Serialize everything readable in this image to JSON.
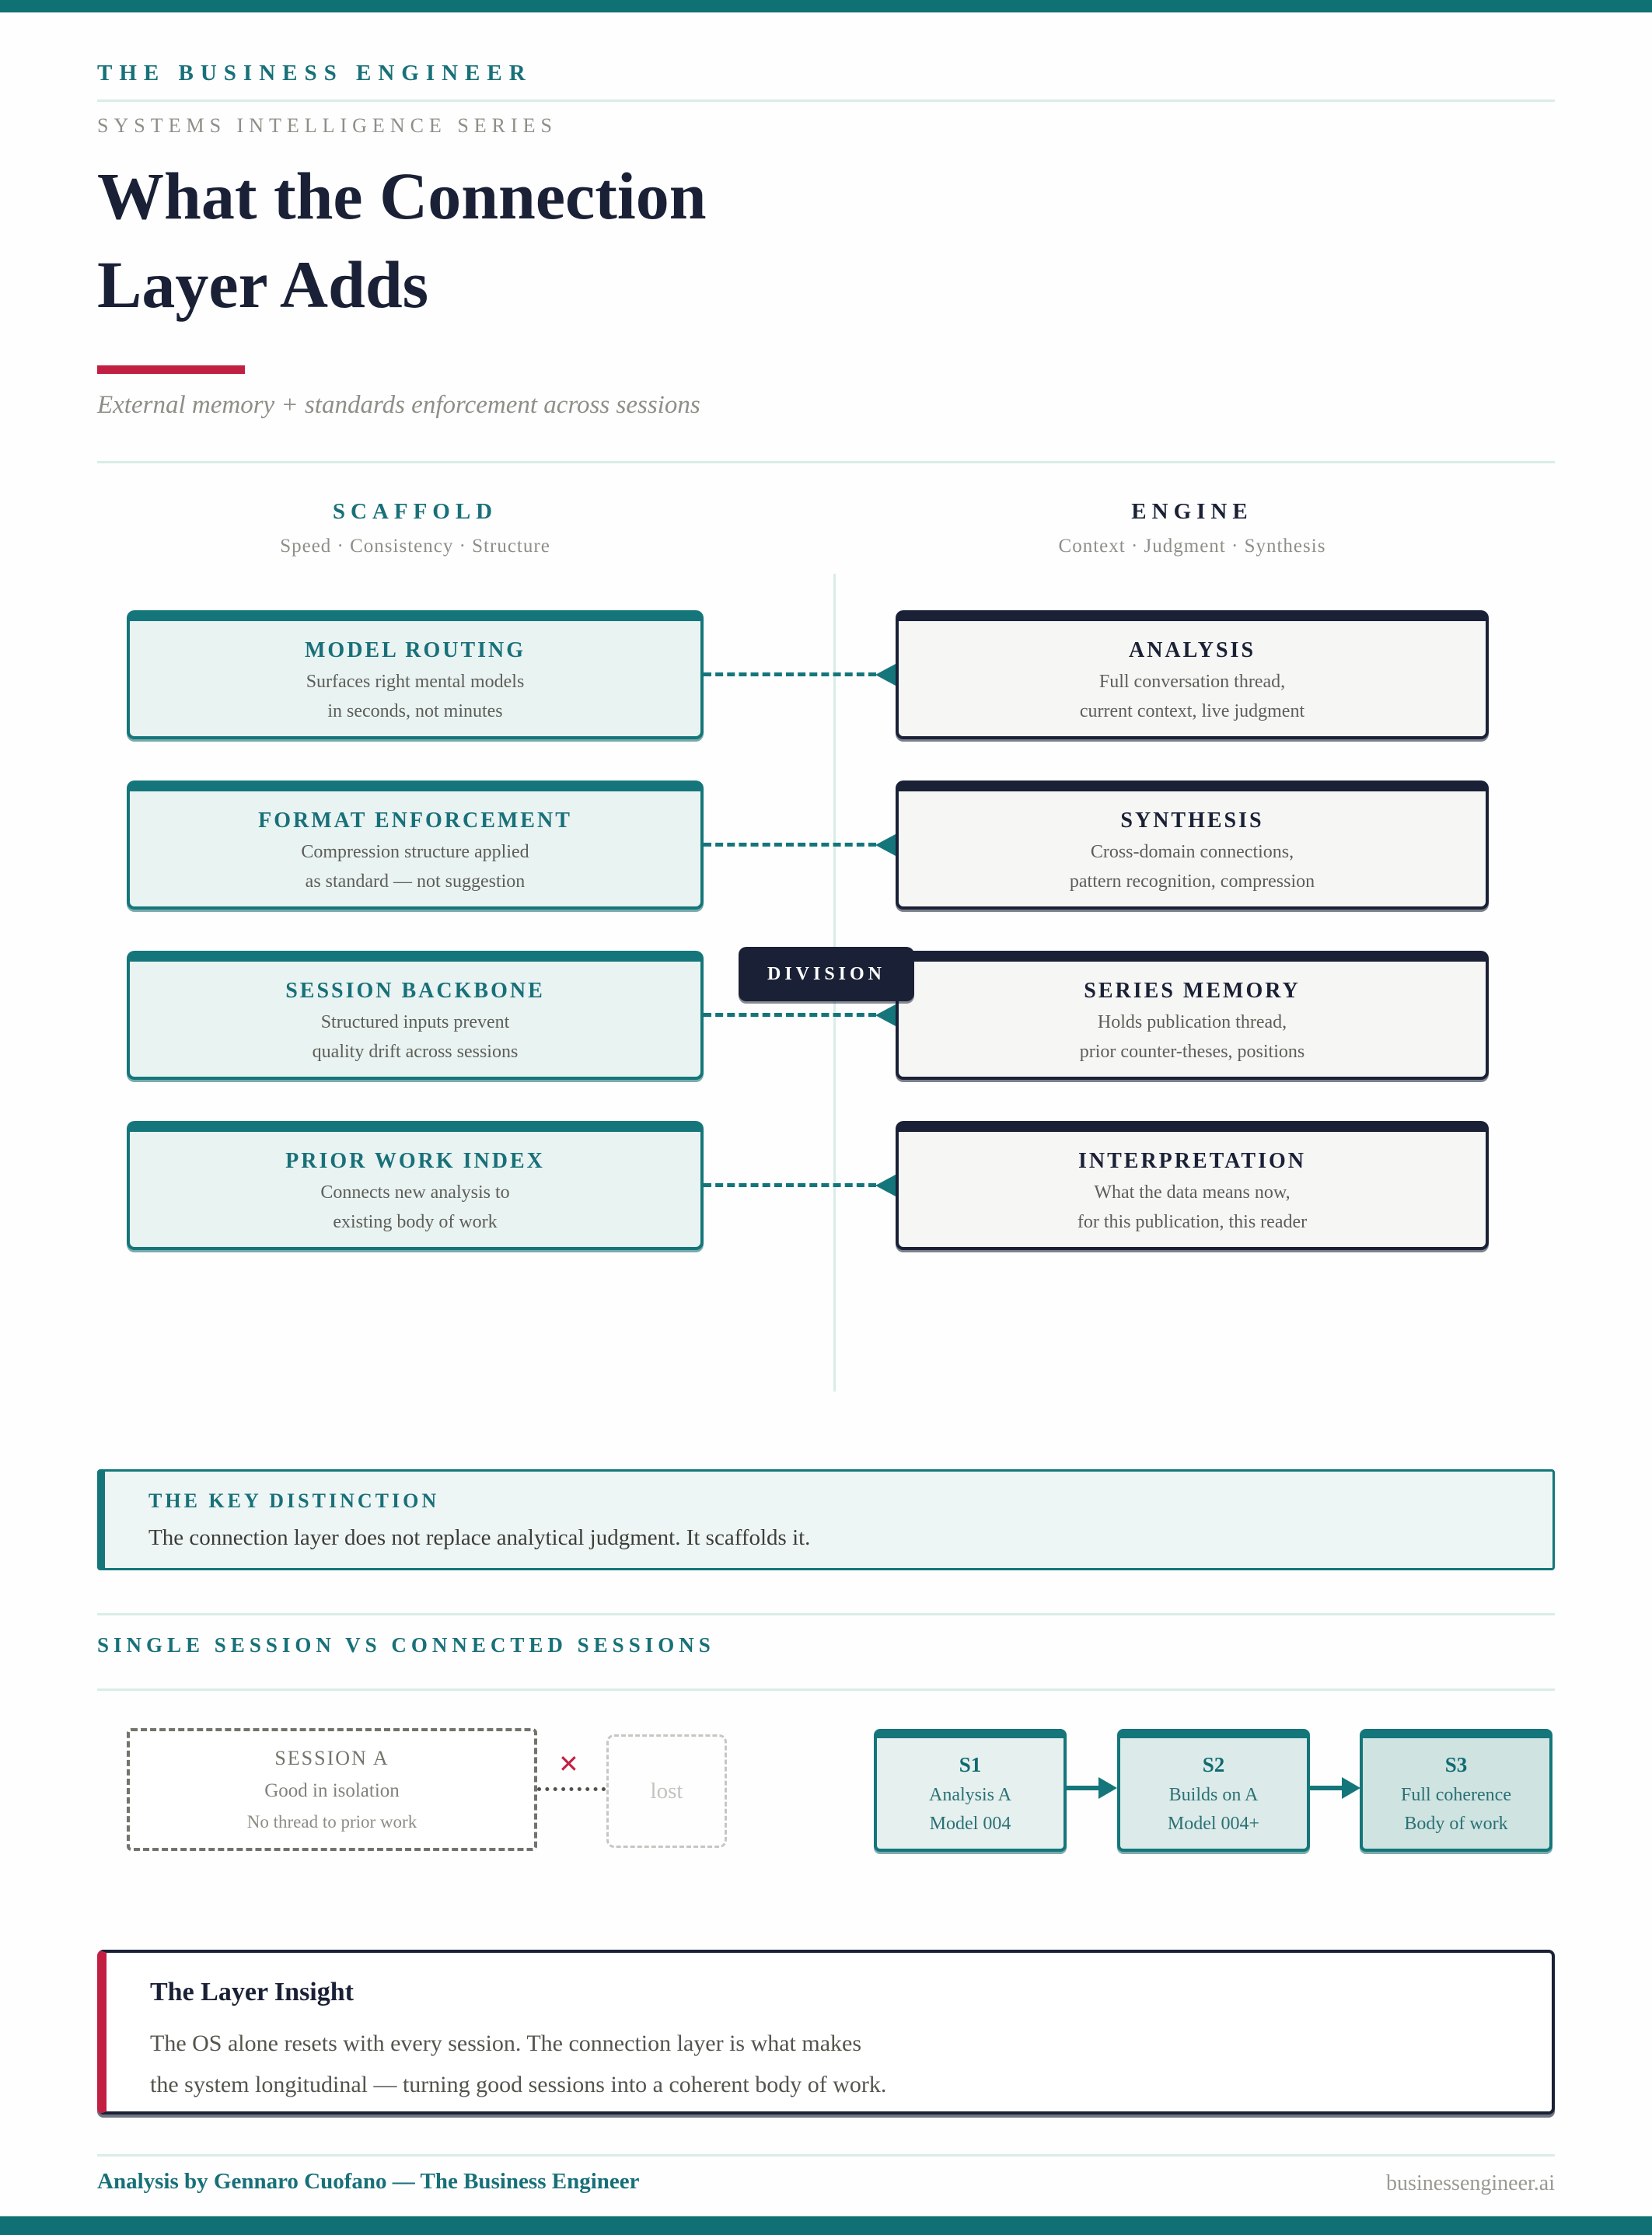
{
  "colors": {
    "teal": "#14767a",
    "teal-bar": "#0f7173",
    "teal-text": "#187079",
    "navy": "#1a2136",
    "red": "#c22043",
    "teal-bg": "#e9f3f2",
    "gray-bg": "#f6f6f5",
    "rule": "#d9ece8"
  },
  "header": {
    "brand": "THE BUSINESS ENGINEER",
    "series": "SYSTEMS INTELLIGENCE SERIES",
    "title_line1": "What the Connection",
    "title_line2": "Layer Adds",
    "subtitle": "External memory + standards enforcement across sessions"
  },
  "diagram": {
    "scaffold_header": {
      "title": "SCAFFOLD",
      "subtitle": "Speed · Consistency · Structure"
    },
    "engine_header": {
      "title": "ENGINE",
      "subtitle": "Context · Judgment · Synthesis"
    },
    "division_label": "DIVISION",
    "scaffold_boxes": [
      {
        "title": "MODEL ROUTING",
        "line1": "Surfaces right mental models",
        "line2": "in seconds, not minutes"
      },
      {
        "title": "FORMAT ENFORCEMENT",
        "line1": "Compression structure applied",
        "line2": "as standard — not suggestion"
      },
      {
        "title": "SESSION BACKBONE",
        "line1": "Structured inputs prevent",
        "line2": "quality drift across sessions"
      },
      {
        "title": "PRIOR WORK INDEX",
        "line1": "Connects new analysis to",
        "line2": "existing body of work"
      }
    ],
    "engine_boxes": [
      {
        "title": "ANALYSIS",
        "line1": "Full conversation thread,",
        "line2": "current context, live judgment"
      },
      {
        "title": "SYNTHESIS",
        "line1": "Cross-domain connections,",
        "line2": "pattern recognition, compression"
      },
      {
        "title": "SERIES MEMORY",
        "line1": "Holds publication thread,",
        "line2": "prior counter-theses, positions"
      },
      {
        "title": "INTERPRETATION",
        "line1": "What the data means now,",
        "line2": "for this publication, this reader"
      }
    ]
  },
  "key_distinction": {
    "title": "THE KEY DISTINCTION",
    "body": "The connection layer does not replace analytical judgment. It scaffolds it."
  },
  "comparison": {
    "heading": "SINGLE SESSION VS CONNECTED SESSIONS",
    "single": {
      "title": "SESSION A",
      "line1": "Good in isolation",
      "line2": "No thread to prior work",
      "x_mark": "✕",
      "lost_label": "lost"
    },
    "connected": [
      {
        "title": "S1",
        "line1": "Analysis A",
        "line2": "Model 004"
      },
      {
        "title": "S2",
        "line1": "Builds on A",
        "line2": "Model 004+"
      },
      {
        "title": "S3",
        "line1": "Full coherence",
        "line2": "Body of work"
      }
    ]
  },
  "insight": {
    "title": "The Layer Insight",
    "line1": "The OS alone resets with every session. The connection layer is what makes",
    "line2": "the system longitudinal — turning good sessions into a coherent body of work."
  },
  "footer": {
    "left": "Analysis by Gennaro Cuofano — The Business Engineer",
    "right": "businessengineer.ai"
  }
}
